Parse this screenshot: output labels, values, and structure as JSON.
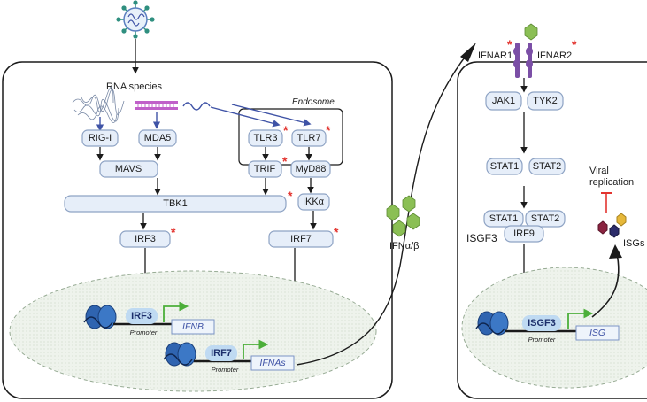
{
  "left_panel": {
    "rna_species": "RNA species",
    "endosome": "Endosome",
    "rig_i": "RIG-I",
    "mda5": "MDA5",
    "tlr3": "TLR3",
    "tlr7": "TLR7",
    "mavs": "MAVS",
    "trif": "TRIF",
    "myd88": "MyD88",
    "tbk1": "TBK1",
    "ikka": "IKKα",
    "irf3": "IRF3",
    "irf7": "IRF7",
    "nucleus": {
      "tf_irf3": "IRF3",
      "gene_ifnb": "IFNB",
      "tf_irf7": "IRF7",
      "gene_ifnas": "IFNAs",
      "promoter_1": "Promoter",
      "promoter_2": "Promoter"
    }
  },
  "middle": {
    "ifn": "IFNα/β"
  },
  "right_panel": {
    "ifnar1": "IFNAR1",
    "ifnar2": "IFNAR2",
    "jak1": "JAK1",
    "tyk2": "TYK2",
    "stat1": "STAT1",
    "stat2": "STAT2",
    "stat1_b": "STAT1",
    "stat2_b": "STAT2",
    "irf9": "IRF9",
    "isgf3_label": "ISGF3",
    "viral_replication_line1": "Viral",
    "viral_replication_line2": "replication",
    "isgs": "ISGs",
    "nucleus": {
      "tf_isgf3": "ISGF3",
      "gene_isg": "ISG",
      "promoter": "Promoter"
    }
  },
  "colors": {
    "node_fill": "#e6eef9",
    "node_stroke": "#8ea3c4",
    "star": "#e3342f",
    "nucleus_fill": "#eef3ec",
    "blue_arrow": "#3f53a6",
    "green_arrow": "#4caf3a",
    "inhibit": "#e3342f",
    "receptor": "#7b4fa6"
  },
  "icons": [
    "virus-icon",
    "rna-tangle-icon",
    "dsrna-icon",
    "ssrna-wave-icon",
    "dna-nucleosome-icon",
    "ifn-protein-icon",
    "isg-protein-icon"
  ]
}
